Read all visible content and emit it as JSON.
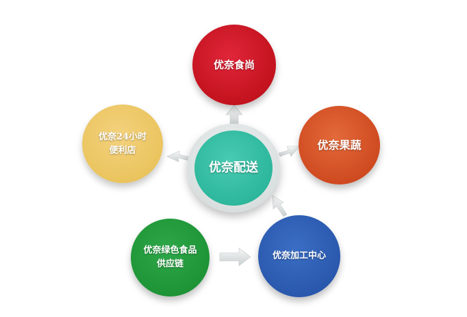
{
  "diagram": {
    "center": {
      "label": "优奈配送",
      "color": "#2db79c"
    },
    "nodes": [
      {
        "id": "top",
        "lines": [
          "优奈食尚"
        ],
        "color": "#c3131e"
      },
      {
        "id": "right",
        "lines": [
          "优奈果蔬"
        ],
        "color": "#cf4a20"
      },
      {
        "id": "left",
        "lines": [
          "优奈24小时",
          "便利店"
        ],
        "color": "#eac45e"
      },
      {
        "id": "bottom_left",
        "lines": [
          "优奈绿色食品",
          "供应链"
        ],
        "color": "#1e9436"
      },
      {
        "id": "bottom_right",
        "lines": [
          "优奈加工中心"
        ],
        "color": "#2a58ad"
      }
    ],
    "arrow_color": "#e3e6e6"
  }
}
